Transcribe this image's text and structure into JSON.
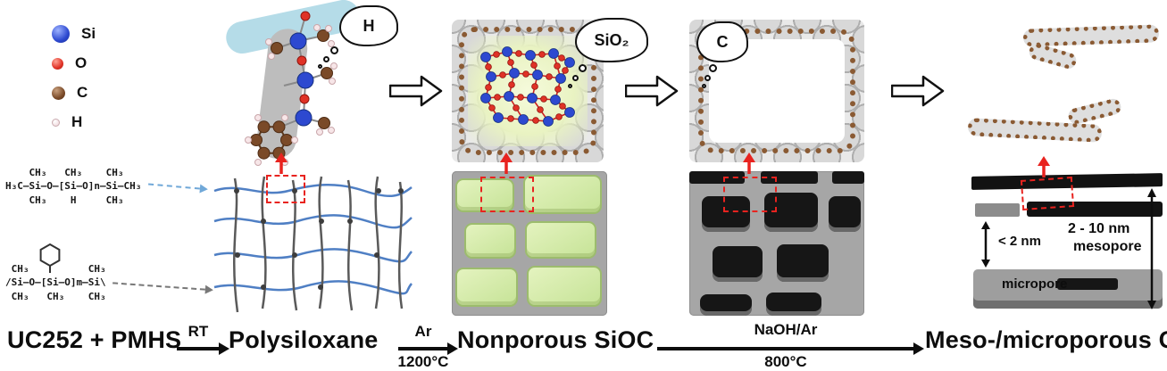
{
  "legend": {
    "items": [
      {
        "label": "Si",
        "color": "#2d49d0"
      },
      {
        "label": "O",
        "color": "#e03226"
      },
      {
        "label": "C",
        "color": "#7a4a28"
      },
      {
        "label": "H",
        "color": "#f7e6e8"
      }
    ]
  },
  "structures": {
    "pmhs": {
      "line1": "    CH₃   CH₃    CH₃",
      "line2": "H₃C–Si–O–[Si–O]n–Si–CH₃",
      "line3": "    CH₃    H     CH₃"
    },
    "uc252": {
      "line1": " CH₃          CH₃",
      "line2": "/Si–O–[Si–O]m–Si\\",
      "line3": " CH₃   CH₃    CH₃"
    }
  },
  "clouds": {
    "h": "H",
    "sio2": "SiO₂",
    "c": "C"
  },
  "annotations": {
    "lt2nm": "< 2 nm",
    "meso_range": "2 - 10 nm",
    "mesopore": "mesopore",
    "micropore": "micropore"
  },
  "scheme": {
    "step1": "UC252 + PMHS",
    "cond1": "RT",
    "step2": "Polysiloxane",
    "cond2_top": "Ar",
    "cond2_bottom": "1200°C",
    "step3": "Nonporous SiOC",
    "cond3_top": "NaOH/Ar",
    "cond3_bottom": "800°C",
    "step4": "Meso-/microporous C"
  },
  "colors": {
    "accent_red": "#e8231f",
    "carbon_brown": "#8a5a33",
    "silica_green": "#cfe8a6",
    "matrix_gray": "#a6a6a6",
    "polymer_blue": "#4f7fc4",
    "band_cyan": "#b5dce8"
  }
}
